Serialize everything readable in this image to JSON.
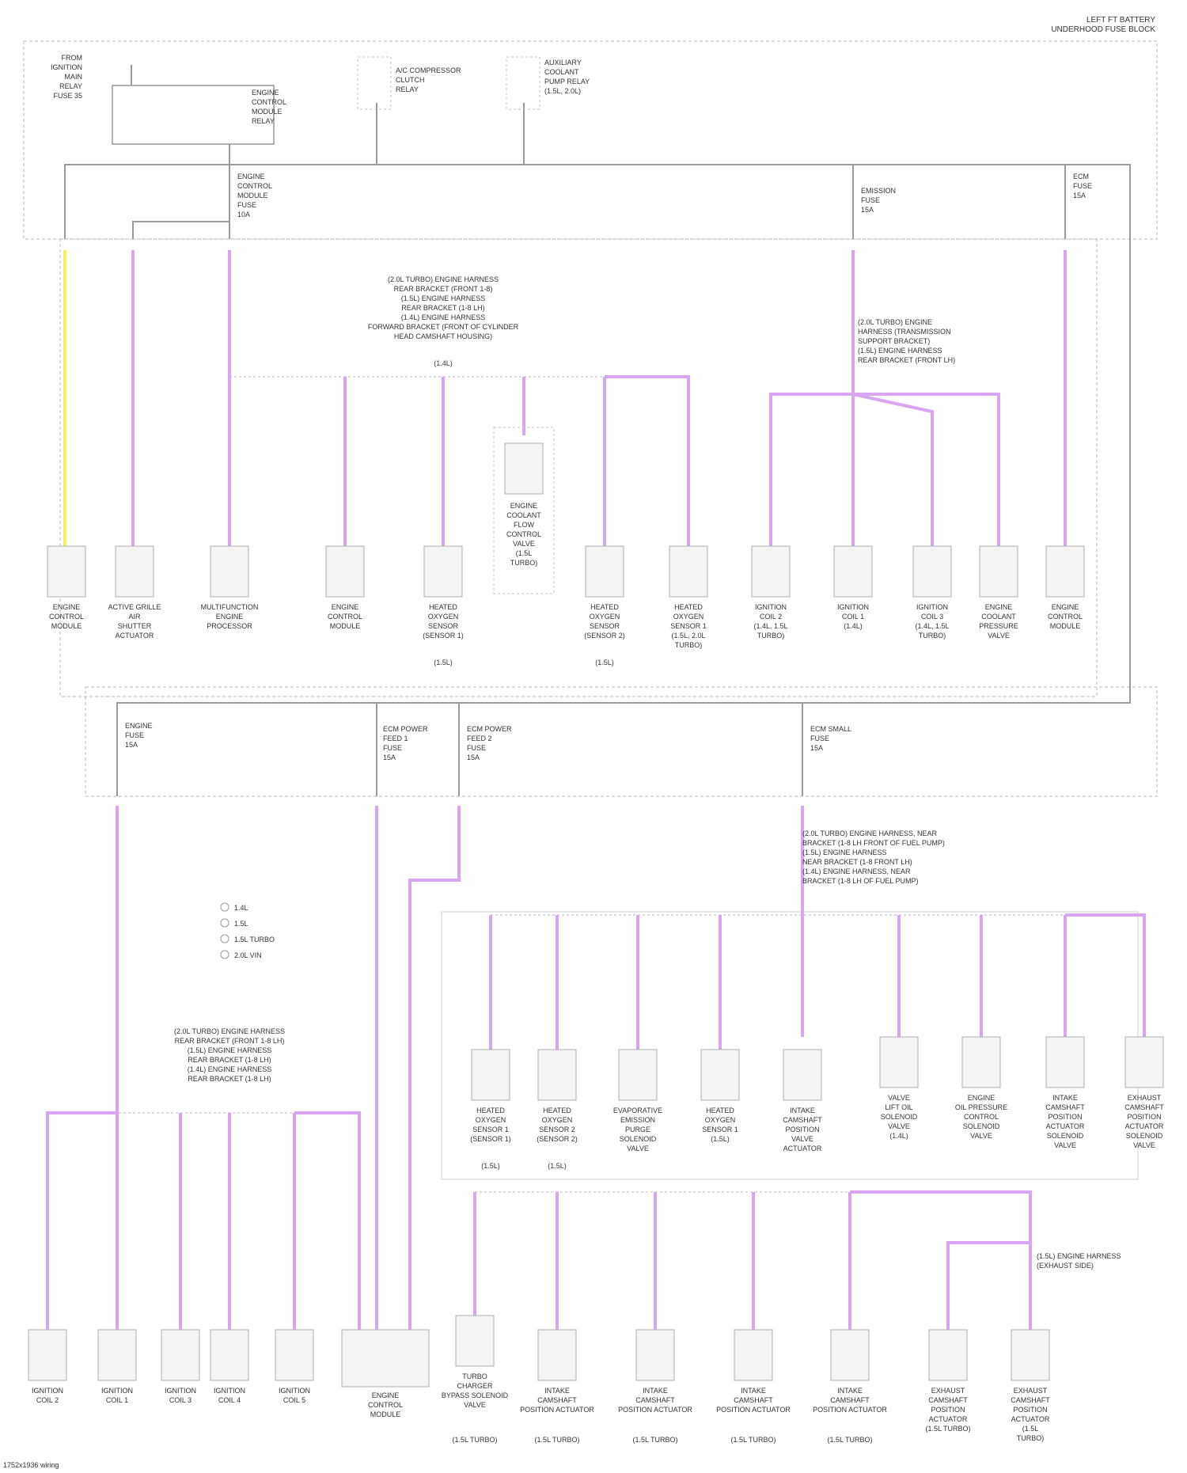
{
  "header": {
    "title_line1": "LEFT FT BATTERY",
    "title_line2": "UNDERHOOD FUSE BLOCK"
  },
  "colors": {
    "wire_violet": "#d8a6f0",
    "wire_yellow": "#f2f25a",
    "line_gray": "#9a9a9a",
    "box_gray": "#c4c4c4",
    "text": "#333333"
  },
  "fuse_block_top": {
    "relays": [
      {
        "lines": [
          "ENGINE",
          "CONTROL",
          "MODULE",
          "RELAY"
        ]
      },
      {
        "lines": [
          "A/C COMPRESSOR",
          "CLUTCH",
          "RELAY"
        ]
      },
      {
        "lines": [
          "AUXILIARY",
          "COOLANT",
          "PUMP RELAY",
          "(1.5L, 2.0L)"
        ]
      }
    ],
    "left_labels": [
      "FROM",
      "IGNITION",
      "MAIN",
      "RELAY",
      "FUSE 35"
    ],
    "fuses": [
      {
        "lines": [
          "ENGINE",
          "CONTROL",
          "MODULE",
          "FUSE",
          "10A"
        ]
      },
      {
        "lines": [
          "EMISSION",
          "FUSE",
          "15A"
        ]
      },
      {
        "lines": [
          "ECM",
          "FUSE",
          "15A"
        ]
      }
    ]
  },
  "splice_notes": {
    "upper_left": [
      "(2.0L TURBO) ENGINE HARNESS",
      "REAR BRACKET (FRONT 1-8)",
      "(1.5L) ENGINE HARNESS",
      "REAR BRACKET (1-8 LH)",
      "(1.4L) ENGINE HARNESS",
      "FORWARD BRACKET (FRONT OF CYLINDER",
      "HEAD CAMSHAFT HOUSING)",
      "(1.4L)"
    ],
    "upper_right": [
      "(2.0L TURBO) ENGINE",
      "HARNESS (TRANSMISSION",
      "SUPPORT BRACKET)",
      "(1.5L) ENGINE HARNESS",
      "REAR BRACKET (FRONT LH)"
    ]
  },
  "upper_components": [
    {
      "lines": [
        "ENGINE",
        "CONTROL",
        "MODULE"
      ]
    },
    {
      "lines": [
        "ACTIVE GRILLE",
        "AIR",
        "SHUTTER",
        "ACTUATOR"
      ]
    },
    {
      "lines": [
        "MULTIFUNCTION",
        "ENGINE",
        "PROCESSOR"
      ]
    },
    {
      "lines": [
        "ENGINE",
        "CONTROL",
        "MODULE"
      ]
    },
    {
      "lines": [
        "HEATED",
        "OXYGEN",
        "SENSOR",
        "(SENSOR 1)"
      ],
      "note": "(1.5L)"
    },
    {
      "lines": [
        "ENGINE",
        "COOLANT",
        "FLOW",
        "CONTROL",
        "VALVE",
        "(1.5L",
        "TURBO)"
      ]
    },
    {
      "lines": [
        "HEATED",
        "OXYGEN",
        "SENSOR",
        "(SENSOR 2)"
      ],
      "note": "(1.5L)"
    },
    {
      "lines": [
        "HEATED",
        "OXYGEN",
        "SENSOR 1",
        "(1.5L, 2.0L",
        "TURBO)"
      ]
    },
    {
      "lines": [
        "IGNITION",
        "COIL 2",
        "(1.4L, 1.5L",
        "TURBO)"
      ]
    },
    {
      "lines": [
        "IGNITION",
        "COIL 1",
        "(1.4L)"
      ]
    },
    {
      "lines": [
        "IGNITION",
        "COIL 3",
        "(1.4L, 1.5L",
        "TURBO)"
      ]
    },
    {
      "lines": [
        "ENGINE",
        "COOLANT",
        "PRESSURE",
        "VALVE"
      ]
    },
    {
      "lines": [
        "ENGINE",
        "CONTROL",
        "MODULE"
      ]
    }
  ],
  "fuse_block_mid": {
    "fuses": [
      {
        "lines": [
          "ENGINE",
          "FUSE",
          "15A"
        ]
      },
      {
        "lines": [
          "ECM POWER",
          "FEED 1",
          "FUSE",
          "15A"
        ]
      },
      {
        "lines": [
          "ECM POWER",
          "FEED 2",
          "FUSE",
          "15A"
        ]
      },
      {
        "lines": [
          "ECM SMALL",
          "FUSE",
          "15A"
        ]
      }
    ]
  },
  "legend": [
    {
      "code": "1",
      "text": "1.4L"
    },
    {
      "code": "2",
      "text": "1.5L"
    },
    {
      "code": "3",
      "text": "1.5L TURBO"
    },
    {
      "code": "4",
      "text": "2.0L VIN"
    }
  ],
  "lower_splice_note": [
    "(2.0L TURBO) ENGINE HARNESS",
    "REAR BRACKET (FRONT 1-8 LH)",
    "(1.5L) ENGINE HARNESS",
    "REAR BRACKET (1-8 LH)",
    "(1.4L) ENGINE HARNESS",
    "REAR BRACKET (1-8 LH)"
  ],
  "lower_splice_note_right": [
    "(2.0L TURBO) ENGINE HARNESS, NEAR",
    "BRACKET (1-8 LH FRONT OF FUEL PUMP)",
    "(1.5L) ENGINE HARNESS",
    "NEAR BRACKET (1-8 FRONT LH)",
    "(1.4L) ENGINE HARNESS, NEAR",
    "BRACKET (1-8 LH OF FUEL PUMP)"
  ],
  "lower_right_components": [
    {
      "lines": [
        "HEATED",
        "OXYGEN",
        "SENSOR 1",
        "(SENSOR 1)"
      ],
      "note": "(1.5L)"
    },
    {
      "lines": [
        "HEATED",
        "OXYGEN",
        "SENSOR 2",
        "(SENSOR 2)"
      ],
      "note": "(1.5L)"
    },
    {
      "lines": [
        "EVAPORATIVE",
        "EMISSION",
        "PURGE",
        "SOLENOID",
        "VALVE"
      ]
    },
    {
      "lines": [
        "HEATED",
        "OXYGEN",
        "SENSOR 1",
        "(1.5L)"
      ]
    },
    {
      "lines": [
        "INTAKE",
        "CAMSHAFT",
        "POSITION",
        "VALVE",
        "ACTUATOR"
      ]
    },
    {
      "lines": [
        "VALVE",
        "LIFT OIL",
        "SOLENOID",
        "VALVE",
        "(1.4L)"
      ]
    },
    {
      "lines": [
        "ENGINE",
        "OIL PRESSURE",
        "CONTROL",
        "SOLENOID",
        "VALVE"
      ]
    },
    {
      "lines": [
        "INTAKE",
        "CAMSHAFT",
        "POSITION",
        "ACTUATOR",
        "SOLENOID",
        "VALVE"
      ]
    },
    {
      "lines": [
        "EXHAUST",
        "CAMSHAFT",
        "POSITION",
        "ACTUATOR",
        "SOLENOID",
        "VALVE"
      ]
    }
  ],
  "lower_left_components": [
    {
      "lines": [
        "IGNITION",
        "COIL 2"
      ]
    },
    {
      "lines": [
        "IGNITION",
        "COIL 1"
      ]
    },
    {
      "lines": [
        "IGNITION",
        "COIL 3"
      ]
    },
    {
      "lines": [
        "IGNITION",
        "COIL 4"
      ]
    },
    {
      "lines": [
        "IGNITION",
        "COIL 5"
      ]
    },
    {
      "lines": [
        "ENGINE",
        "CONTROL",
        "MODULE"
      ]
    }
  ],
  "bottom_components": [
    {
      "lines": [
        "TURBO",
        "CHARGER",
        "BYPASS SOLENOID",
        "VALVE"
      ],
      "note": "(1.5L TURBO)"
    },
    {
      "lines": [
        "INTAKE",
        "CAMSHAFT",
        "POSITION ACTUATOR"
      ],
      "note": "(1.5L TURBO)"
    },
    {
      "lines": [
        "INTAKE",
        "CAMSHAFT",
        "POSITION ACTUATOR"
      ],
      "note": "(1.5L TURBO)"
    },
    {
      "lines": [
        "INTAKE",
        "CAMSHAFT",
        "POSITION ACTUATOR"
      ],
      "note": "(1.5L TURBO)"
    },
    {
      "lines": [
        "INTAKE",
        "CAMSHAFT",
        "POSITION ACTUATOR"
      ],
      "note": "(1.5L TURBO)"
    },
    {
      "lines": [
        "EXHAUST",
        "CAMSHAFT",
        "POSITION",
        "ACTUATOR",
        "(1.5L TURBO)"
      ]
    },
    {
      "lines": [
        "EXHAUST",
        "CAMSHAFT",
        "POSITION",
        "ACTUATOR",
        "(1.5L",
        "TURBO)"
      ]
    }
  ],
  "bottom_splice_note": [
    "(1.5L) ENGINE HARNESS",
    "(EXHAUST SIDE)"
  ],
  "footer": "1752x1936 wiring"
}
